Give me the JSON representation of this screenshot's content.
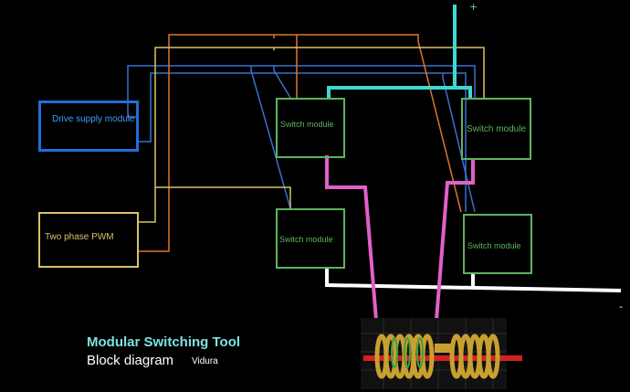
{
  "blocks": {
    "drive_supply": "Drive supply module",
    "two_phase_pwm": "Two phase PWM",
    "switch_top_left": "Switch module",
    "switch_bottom_left": "Switch module",
    "switch_top_right": "Switch module",
    "switch_bottom_right": "Switch module"
  },
  "terminals": {
    "positive": "+",
    "negative": "-"
  },
  "caption": {
    "title": "Modular Switching Tool",
    "subtitle": "Block diagram",
    "author": "Vidura"
  },
  "colors": {
    "background": "#000000",
    "drive_box": "#1e6fd8",
    "pwm_box": "#d8c16a",
    "switch_box": "#5fb35f",
    "wire_blue": "#3b6fd0",
    "wire_orange": "#e0742e",
    "wire_yellow": "#d8c16a",
    "wire_cyan": "#3fd8d0",
    "wire_white": "#ffffff",
    "wire_pink": "#e060c8",
    "title_color": "#7fe0e0",
    "text_color": "#ffffff"
  }
}
